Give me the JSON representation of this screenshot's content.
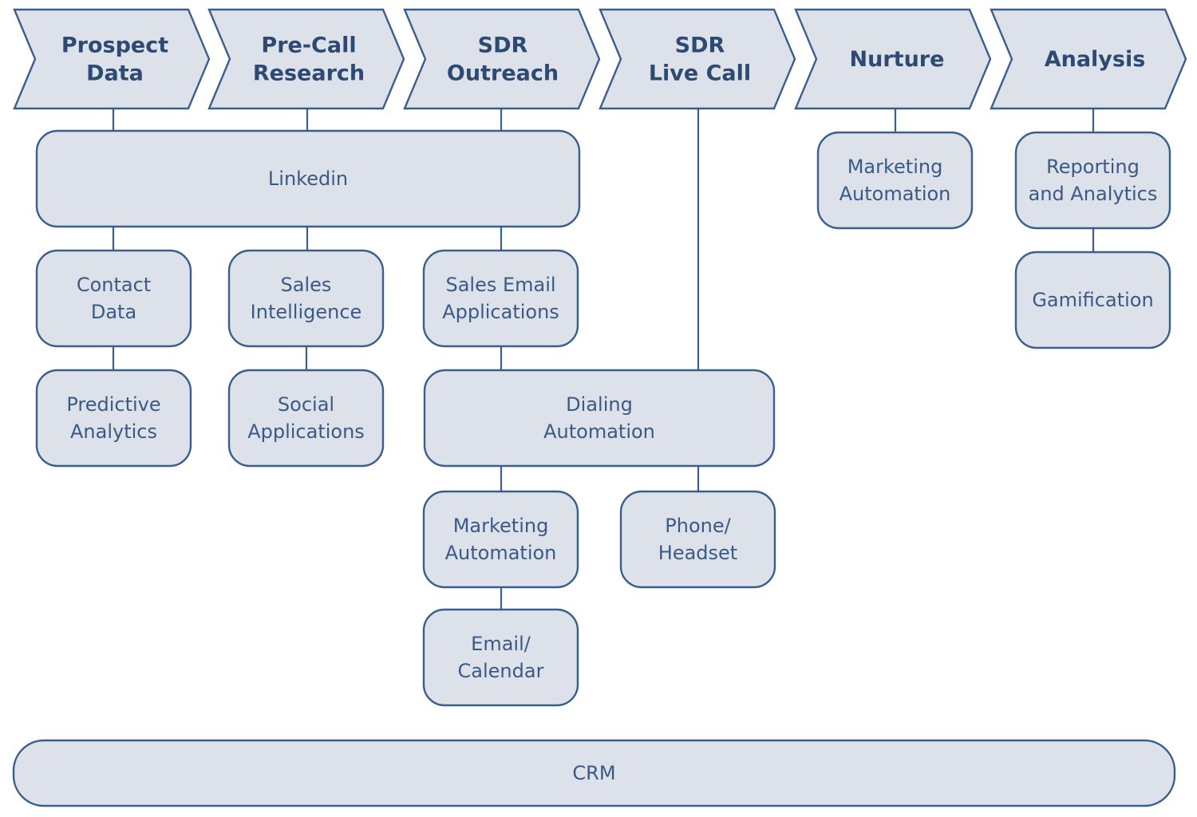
{
  "colors": {
    "fill": "#dde1ea",
    "stroke": "#3b5f8d",
    "stage_text": "#2d4a73",
    "box_text": "#3a5a86",
    "background": "#ffffff"
  },
  "stages": [
    {
      "id": "prospect-data",
      "lines": [
        "Prospect",
        "Data"
      ]
    },
    {
      "id": "pre-call-research",
      "lines": [
        "Pre-Call",
        "Research"
      ]
    },
    {
      "id": "sdr-outreach",
      "lines": [
        "SDR",
        "Outreach"
      ]
    },
    {
      "id": "sdr-live-call",
      "lines": [
        "SDR",
        "Live Call"
      ]
    },
    {
      "id": "nurture",
      "lines": [
        "Nurture"
      ]
    },
    {
      "id": "analysis",
      "lines": [
        "Analysis"
      ]
    }
  ],
  "boxes": [
    {
      "id": "linkedin",
      "lines": [
        "Linkedin"
      ]
    },
    {
      "id": "contact-data",
      "lines": [
        "Contact",
        "Data"
      ]
    },
    {
      "id": "predictive-analytics",
      "lines": [
        "Predictive",
        "Analytics"
      ]
    },
    {
      "id": "sales-intelligence",
      "lines": [
        "Sales",
        "Intelligence"
      ]
    },
    {
      "id": "social-applications",
      "lines": [
        "Social",
        "Applications"
      ]
    },
    {
      "id": "sales-email-applications",
      "lines": [
        "Sales Email",
        "Applications"
      ]
    },
    {
      "id": "dialing-automation",
      "lines": [
        "Dialing",
        "Automation"
      ]
    },
    {
      "id": "marketing-automation-outreach",
      "lines": [
        "Marketing",
        "Automation"
      ]
    },
    {
      "id": "email-calendar",
      "lines": [
        "Email/",
        "Calendar"
      ]
    },
    {
      "id": "phone-headset",
      "lines": [
        "Phone/",
        "Headset"
      ]
    },
    {
      "id": "marketing-automation-nurture",
      "lines": [
        "Marketing",
        "Automation"
      ]
    },
    {
      "id": "reporting-analytics",
      "lines": [
        "Reporting",
        "and Analytics"
      ]
    },
    {
      "id": "gamification",
      "lines": [
        "Gamification"
      ]
    },
    {
      "id": "crm",
      "lines": [
        "CRM"
      ]
    }
  ],
  "connections": [
    {
      "from": "prospect-data",
      "to": "linkedin"
    },
    {
      "from": "pre-call-research",
      "to": "linkedin"
    },
    {
      "from": "sdr-outreach",
      "to": "linkedin"
    },
    {
      "from": "linkedin",
      "to": "contact-data"
    },
    {
      "from": "linkedin",
      "to": "sales-intelligence"
    },
    {
      "from": "linkedin",
      "to": "sales-email-applications"
    },
    {
      "from": "contact-data",
      "to": "predictive-analytics"
    },
    {
      "from": "sales-intelligence",
      "to": "social-applications"
    },
    {
      "from": "sales-email-applications",
      "to": "dialing-automation"
    },
    {
      "from": "sdr-live-call",
      "to": "dialing-automation"
    },
    {
      "from": "dialing-automation",
      "to": "marketing-automation-outreach"
    },
    {
      "from": "dialing-automation",
      "to": "phone-headset"
    },
    {
      "from": "marketing-automation-outreach",
      "to": "email-calendar"
    },
    {
      "from": "nurture",
      "to": "marketing-automation-nurture"
    },
    {
      "from": "analysis",
      "to": "reporting-analytics"
    },
    {
      "from": "reporting-analytics",
      "to": "gamification"
    }
  ]
}
